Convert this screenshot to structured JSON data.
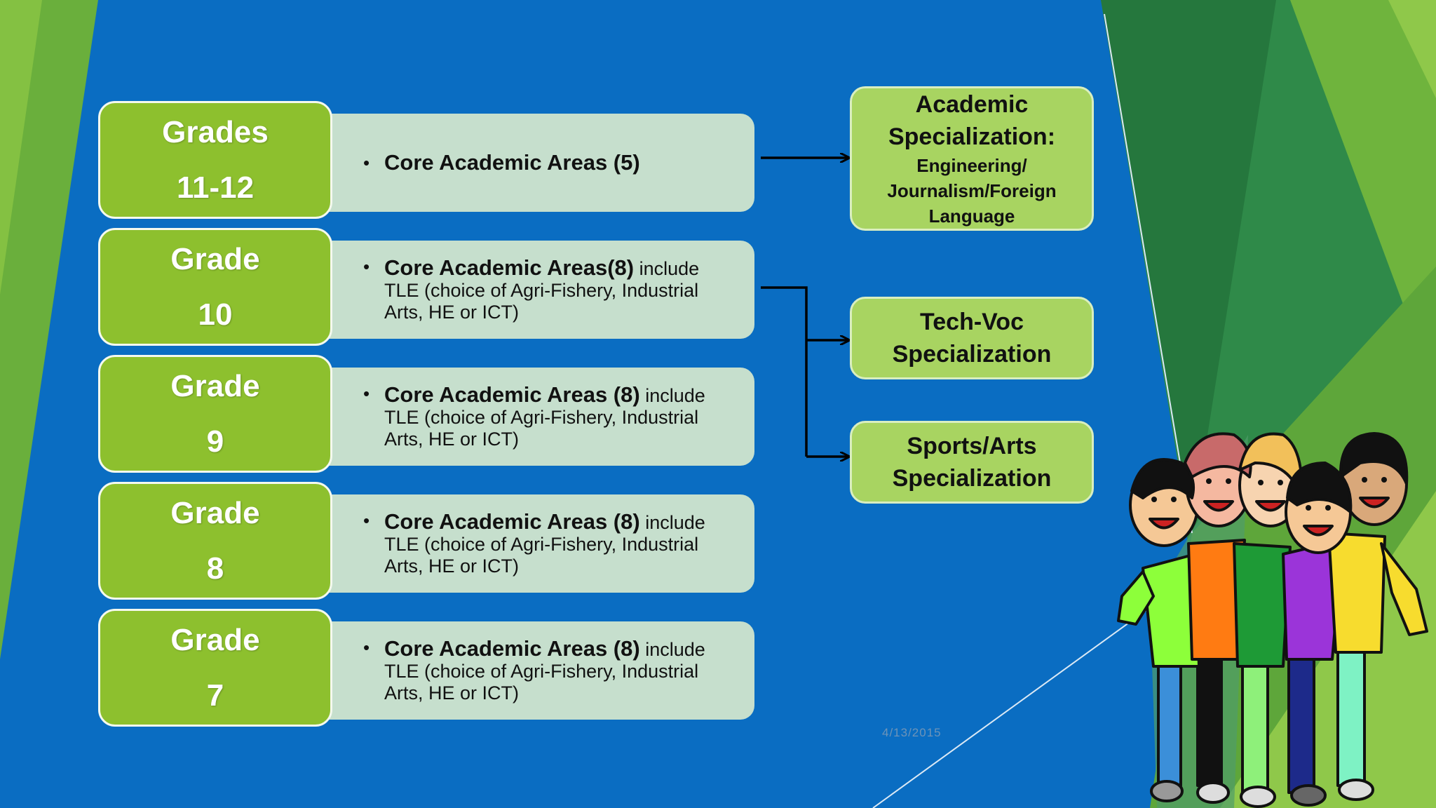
{
  "grades": [
    {
      "line1": "Grades",
      "line2": "11-12",
      "bold": "Core Academic Areas (5)",
      "rest": ""
    },
    {
      "line1": "Grade",
      "line2": "10",
      "bold": "Core Academic Areas(8)",
      "rest": " include TLE (choice of Agri-Fishery, Industrial Arts, HE or ICT)"
    },
    {
      "line1": "Grade",
      "line2": "9",
      "bold": "Core Academic Areas (8)",
      "rest": " include TLE (choice of Agri-Fishery, Industrial Arts, HE or ICT)"
    },
    {
      "line1": "Grade",
      "line2": "8",
      "bold": "Core Academic Areas (8)",
      "rest": " include TLE (choice of Agri-Fishery, Industrial Arts, HE or ICT)"
    },
    {
      "line1": "Grade",
      "line2": "7",
      "bold": "Core Academic Areas (8)",
      "rest": " include TLE (choice of Agri-Fishery, Industrial Arts, HE or ICT)"
    }
  ],
  "specializations": {
    "academic": {
      "title1": "Academic",
      "title2": "Specialization:",
      "sub1": "Engineering/",
      "sub2": "Journalism/Foreign",
      "sub3": "Language"
    },
    "techvoc": {
      "line1": "Tech-Voc",
      "line2": "Specialization"
    },
    "sports": {
      "line1": "Sports/Arts",
      "line2": "Specialization"
    }
  },
  "bullet": "•",
  "date": "4/13/2015",
  "colors": {
    "background_blue": "#0a6dc2",
    "grade_green": "#8dc02e",
    "description_fill": "#c6dfcd",
    "specialization_green": "#a8d461"
  },
  "illustration": "group-of-cartoon-kids-icon"
}
